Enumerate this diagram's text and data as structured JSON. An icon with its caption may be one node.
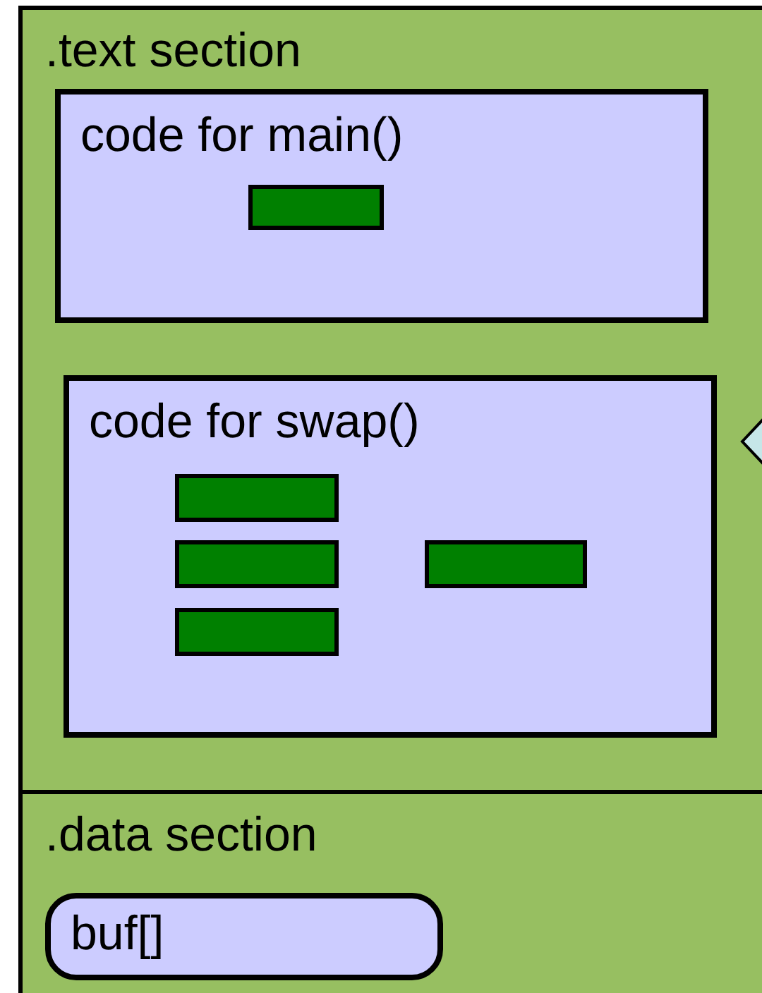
{
  "diagram": {
    "nodes": [
      {
        "text": [
          ".text section"
        ]
      },
      {
        "text": [
          "code for main()"
        ],
        "in": 0
      },
      {
        "text": [],
        "shape": "bar",
        "in": 1
      },
      {
        "text": [
          "code for swap()"
        ],
        "in": 0
      },
      {
        "text": [],
        "shape": "bar",
        "in": 3
      },
      {
        "text": [],
        "shape": "bar",
        "in": 3
      },
      {
        "text": [],
        "shape": "bar",
        "in": 3
      },
      {
        "text": [],
        "shape": "bar",
        "in": 3
      },
      {
        "text": [
          ".data section"
        ]
      },
      {
        "text": [
          "buf[]"
        ],
        "in": 8
      },
      {
        "text": [],
        "shape": "diamond",
        "in": 0
      }
    ]
  }
}
